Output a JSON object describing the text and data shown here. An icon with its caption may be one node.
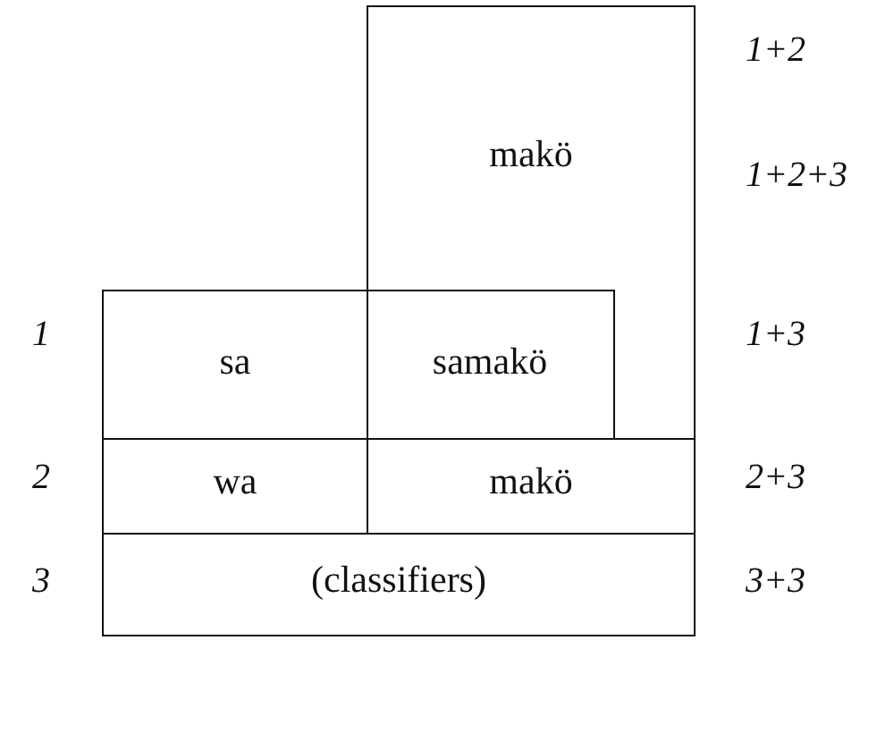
{
  "diagram": {
    "nodes": [
      {
        "text": [
          "makö"
        ]
      },
      {
        "text": [
          "sa"
        ]
      },
      {
        "text": [
          "samakö"
        ],
        "in": 0
      },
      {
        "text": [
          "wa"
        ]
      },
      {
        "text": [
          "makö"
        ]
      },
      {
        "text": [
          "(classifiers)"
        ]
      }
    ],
    "labels": [
      "1+2",
      "1+2+3",
      "1",
      "1+3",
      "2",
      "2+3",
      "3",
      "3+3"
    ]
  }
}
